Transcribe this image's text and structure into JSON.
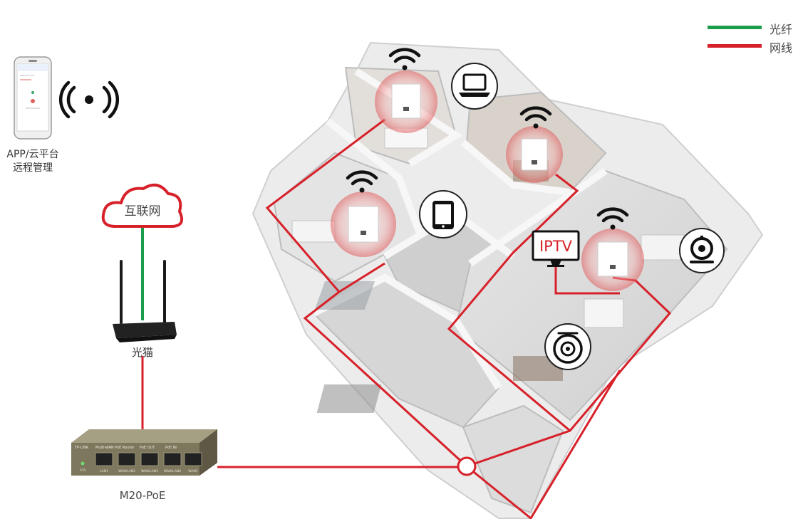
{
  "legend": {
    "items": [
      {
        "label": "光纤",
        "color": "#1a9e4b"
      },
      {
        "label": "网线",
        "color": "#d7212a"
      }
    ]
  },
  "app": {
    "caption_line1": "APP/云平台",
    "caption_line2": "远程管理"
  },
  "cloud": {
    "label": "互联网"
  },
  "modem": {
    "label": "光猫"
  },
  "router": {
    "label": "M20-PoE",
    "brand": "TP-LINK",
    "model_text": "Multi-WAN PoE Router",
    "port_labels": [
      "LAN1",
      "WAN/LAN2",
      "WAN/LAN3",
      "WAN/LAN4",
      "WAN1"
    ],
    "group_labels": [
      "PoE OUT",
      "PoE IN"
    ],
    "status_label": "SYS"
  },
  "iptv": {
    "label": "IPTV"
  },
  "colors": {
    "fiber": "#1a9e4b",
    "cable": "#d7212a",
    "wall": "#f2f2f2",
    "floor": "#d9d9d9"
  }
}
